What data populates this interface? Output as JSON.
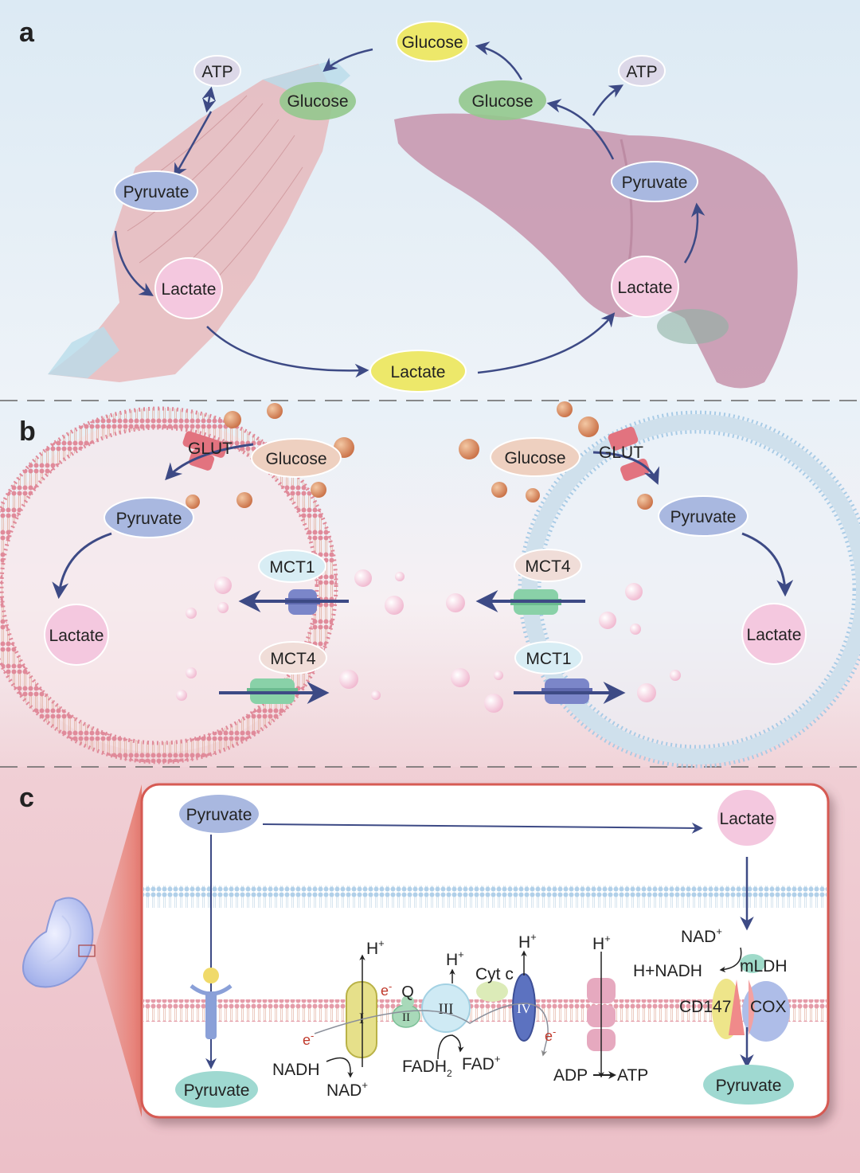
{
  "panels": {
    "a": {
      "letter": "a",
      "atp_left": "ATP",
      "glucose_muscle": "Glucose",
      "pyruvate_muscle": "Pyruvate",
      "lactate_muscle": "Lactate",
      "glucose_top": "Glucose",
      "glucose_liver": "Glucose",
      "atp_right": "ATP",
      "pyruvate_liver": "Pyruvate",
      "lactate_liver": "Lactate",
      "lactate_blood": "Lactate"
    },
    "b": {
      "letter": "b",
      "left": {
        "glut": "GLUT",
        "glucose": "Glucose",
        "pyruvate": "Pyruvate",
        "lactate": "Lactate",
        "mct1": "MCT1",
        "mct4": "MCT4"
      },
      "right": {
        "glut": "GLUT",
        "glucose": "Glucose",
        "pyruvate": "Pyruvate",
        "lactate": "Lactate",
        "mct4": "MCT4",
        "mct1": "MCT1"
      }
    },
    "c": {
      "letter": "c",
      "pyruvate_top": "Pyruvate",
      "lactate_top": "Lactate",
      "pyruvate_bottom_left": "Pyruvate",
      "pyruvate_bottom_right": "Pyruvate",
      "complex_i": "I",
      "complex_ii": "II",
      "complex_iii": "III",
      "complex_iv": "IV",
      "q": "Q",
      "cytc": "Cyt c",
      "h_plus": "H",
      "plus": "+",
      "minus": "-",
      "e": "e",
      "nadh": "NADH",
      "nad": "NAD",
      "fadh": "FADH",
      "sub2": "2",
      "fad": "FAD",
      "adp": "ADP",
      "atp": "ATP",
      "mldh": "mLDH",
      "cd147": "CD147",
      "cox": "COX",
      "h_nadh": "H+NADH"
    }
  },
  "colors": {
    "arrow": "#3d4a85",
    "glucose_green": "#8fc98a",
    "glucose_yellow": "#ede86a",
    "pyruvate_blue": "#a9b8e0",
    "lactate_pink": "#f1c4de",
    "atp_grey": "#d9d6e6",
    "muscle": "#e3a9ae",
    "liver": "#c78fa6",
    "membrane_red": "#e08a9a",
    "membrane_blue": "#9cc3e2",
    "box_border": "#d65a52"
  }
}
